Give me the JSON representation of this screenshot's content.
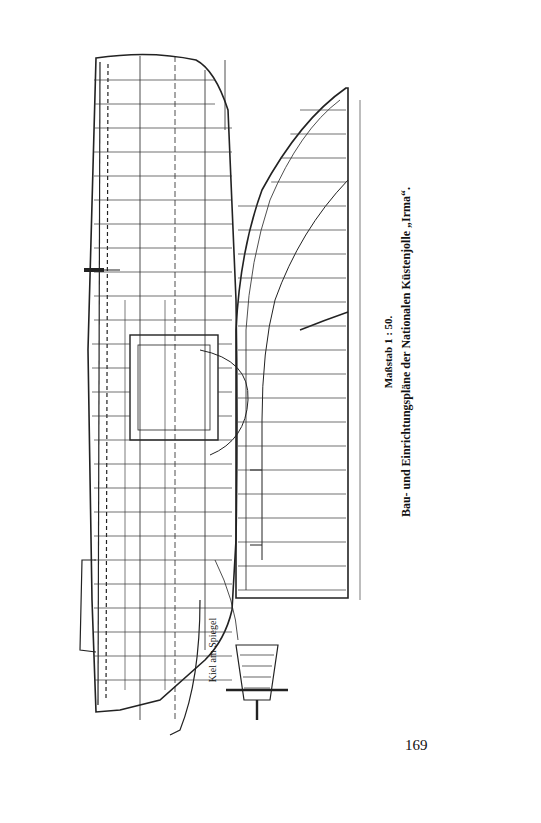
{
  "diagram": {
    "caption": "Bau- und Einrichtungspläne der Nationalen Küstenjolle „Irma“.",
    "labels": [
      "Maßstab 1 : 50.",
      "Kiel am Spiegel",
      "169"
    ]
  }
}
